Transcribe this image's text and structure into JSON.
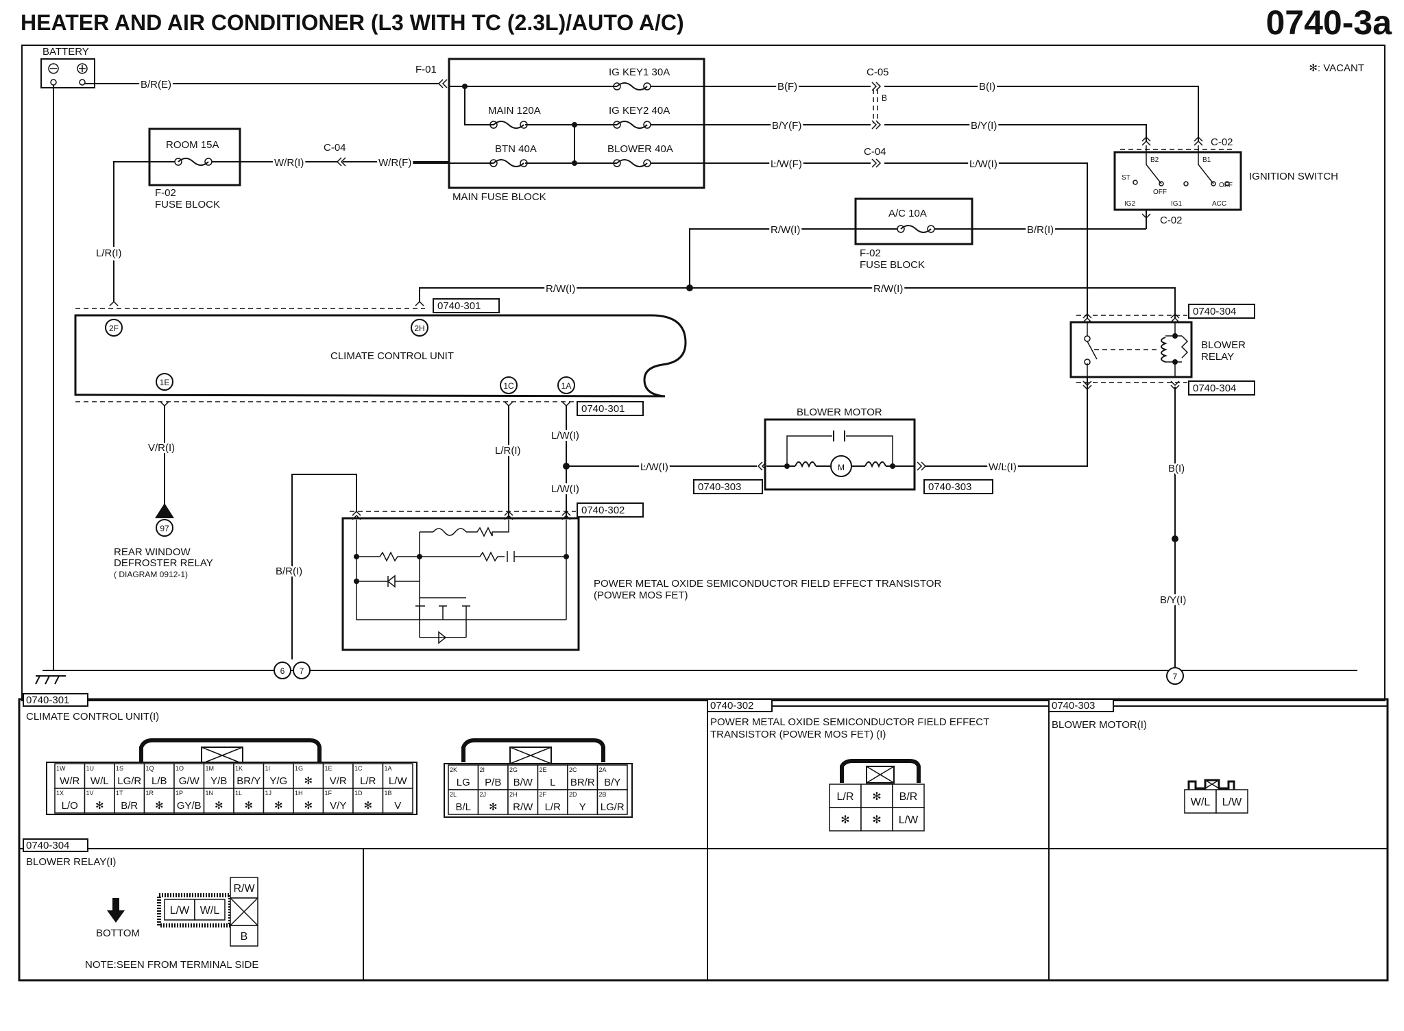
{
  "header": {
    "title": "HEATER AND AIR CONDITIONER (L3 WITH TC (2.3L)/AUTO A/C)",
    "page_code": "0740-3a"
  },
  "legend": {
    "vacant": "✻: VACANT"
  },
  "components": {
    "battery": "BATTERY",
    "main_fuse_block": "MAIN FUSE BLOCK",
    "ig_key1": "IG KEY1 30A",
    "main_fuse": "MAIN 120A",
    "ig_key2": "IG KEY2 40A",
    "btn_fuse": "BTN 40A",
    "blower_fuse": "BLOWER 40A",
    "room_fuse": "ROOM 15A",
    "fuse_block_f02": "F-02",
    "fuse_block_label": "FUSE BLOCK",
    "ac_fuse": "A/C 10A",
    "ignition_switch": "IGNITION SWITCH",
    "climate_control_unit": "CLIMATE CONTROL UNIT",
    "blower_relay_1": "BLOWER",
    "blower_relay_2": "RELAY",
    "blower_motor": "BLOWER MOTOR",
    "rear_defroster_1": "REAR WINDOW",
    "rear_defroster_2": "DEFROSTER RELAY",
    "rear_defroster_3": "( DIAGRAM 0912-1)",
    "power_mos_1": "POWER METAL OXIDE SEMICONDUCTOR FIELD EFFECT TRANSISTOR",
    "power_mos_2": "(POWER MOS FET)"
  },
  "connectors": {
    "f01": "F-01",
    "c05": "C-05",
    "c05b": "B",
    "c04a": "C-04",
    "c04b": "C-04",
    "c02a": "C-02",
    "c02b": "C-02"
  },
  "wires": {
    "br_e": "B/R(E)",
    "b_f": "B(F)",
    "b_i_top": "B(I)",
    "by_f": "B/Y(F)",
    "by_i_top": "B/Y(I)",
    "wr_i": "W/R(I)",
    "wr_f": "W/R(F)",
    "lw_f": "L/W(F)",
    "lw_i_top": "L/W(I)",
    "rw_i_1": "R/W(I)",
    "br_i_ac": "B/R(I)",
    "lr_i_left": "L/R(I)",
    "rw_i_2": "R/W(I)",
    "rw_i_3": "R/W(I)",
    "vr_i": "V/R(I)",
    "lr_i_mid": "L/R(I)",
    "lw_i_1a": "L/W(I)",
    "lw_i_motor": "L/W(I)",
    "lw_i_fet": "L/W(I)",
    "wl_i": "W/L(I)",
    "b_i_relay": "B(I)",
    "br_i_gnd": "B/R(I)",
    "by_i_gnd": "B/Y(I)"
  },
  "switch_terms": {
    "b2": "B2",
    "b1": "B1",
    "st": "ST",
    "off1": "OFF",
    "off2": "OFF",
    "ig2": "IG2",
    "ig1": "IG1",
    "acc": "ACC"
  },
  "refs": {
    "r301a": "0740-301",
    "r301b": "0740-301",
    "r302": "0740-302",
    "r303a": "0740-303",
    "r303b": "0740-303",
    "r304a": "0740-304",
    "r304b": "0740-304"
  },
  "pins": {
    "p2f": "2F",
    "p2h": "2H",
    "p1e": "1E",
    "p1c": "1C",
    "p1a": "1A",
    "p97": "97",
    "g6": "6",
    "g7a": "7",
    "g7b": "7"
  },
  "panels": {
    "ccu": {
      "ref": "0740-301",
      "title": "CLIMATE CONTROL UNIT(I)",
      "connA": {
        "top": [
          [
            "1W",
            "W/R"
          ],
          [
            "1U",
            "W/L"
          ],
          [
            "1S",
            "LG/R"
          ],
          [
            "1Q",
            "L/B"
          ],
          [
            "1O",
            "G/W"
          ],
          [
            "1M",
            "Y/B"
          ],
          [
            "1K",
            "BR/Y"
          ],
          [
            "1I",
            "Y/G"
          ],
          [
            "1G",
            "✻"
          ],
          [
            "1E",
            "V/R"
          ],
          [
            "1C",
            "L/R"
          ],
          [
            "1A",
            "L/W"
          ]
        ],
        "bottom": [
          [
            "1X",
            "L/O"
          ],
          [
            "1V",
            "✻"
          ],
          [
            "1T",
            "B/R"
          ],
          [
            "1R",
            "✻"
          ],
          [
            "1P",
            "GY/B"
          ],
          [
            "1N",
            "✻"
          ],
          [
            "1L",
            "✻"
          ],
          [
            "1J",
            "✻"
          ],
          [
            "1H",
            "✻"
          ],
          [
            "1F",
            "V/Y"
          ],
          [
            "1D",
            "✻"
          ],
          [
            "1B",
            "V"
          ]
        ]
      },
      "connB": {
        "top": [
          [
            "2K",
            "LG"
          ],
          [
            "2I",
            "P/B"
          ],
          [
            "2G",
            "B/W"
          ],
          [
            "2E",
            "L"
          ],
          [
            "2C",
            "BR/R"
          ],
          [
            "2A",
            "B/Y"
          ]
        ],
        "bottom": [
          [
            "2L",
            "B/L"
          ],
          [
            "2J",
            "✻"
          ],
          [
            "2H",
            "R/W"
          ],
          [
            "2F",
            "L/R"
          ],
          [
            "2D",
            "Y"
          ],
          [
            "2B",
            "LG/R"
          ]
        ]
      }
    },
    "fet": {
      "ref": "0740-302",
      "title1": "POWER METAL OXIDE SEMICONDUCTOR FIELD EFFECT",
      "title2": "TRANSISTOR (POWER MOS FET) (I)",
      "cells": [
        "L/R",
        "✻",
        "B/R",
        "✻",
        "✻",
        "L/W"
      ]
    },
    "motor": {
      "ref": "0740-303",
      "title": "BLOWER MOTOR(I)",
      "cells": [
        "W/L",
        "L/W"
      ]
    },
    "relay": {
      "ref": "0740-304",
      "title": "BLOWER RELAY(I)",
      "bottom_label": "BOTTOM",
      "note": "NOTE:SEEN FROM TERMINAL SIDE",
      "cells": [
        "L/W",
        "W/L",
        "R/W",
        "B"
      ]
    }
  }
}
